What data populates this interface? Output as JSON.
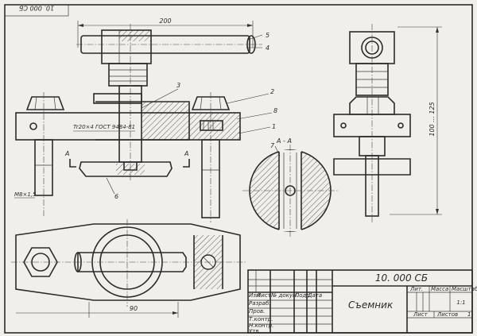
{
  "drawing": {
    "designation": "10. 000 СБ",
    "designation_rotated": "10. 000 СБ",
    "title": "Съемник",
    "scale": "1:1",
    "dims": {
      "length_top": "200",
      "length_bottom": "90",
      "height_side": "100 ... 125",
      "thread_main": "Tr20×4 ГОСТ 9484-81",
      "thread_bolt": "M8×1,5",
      "section": "А - А",
      "section_mark": "А"
    },
    "callouts": [
      "1",
      "2",
      "3",
      "4",
      "5",
      "6",
      "7",
      "8"
    ]
  },
  "title_block": {
    "col_headers": [
      "Изм",
      "Лист",
      "№ докум.",
      "Подп.",
      "Дата"
    ],
    "row_labels": [
      "Разраб.",
      "Пров.",
      "Т.контр.",
      "Н.контр.",
      "Утв."
    ],
    "letter_header": "Лит.",
    "mass_header": "Масса",
    "scale_header": "Масштаб",
    "sheet_label": "Лист",
    "sheets_label": "Листов",
    "sheets_count": "1"
  }
}
